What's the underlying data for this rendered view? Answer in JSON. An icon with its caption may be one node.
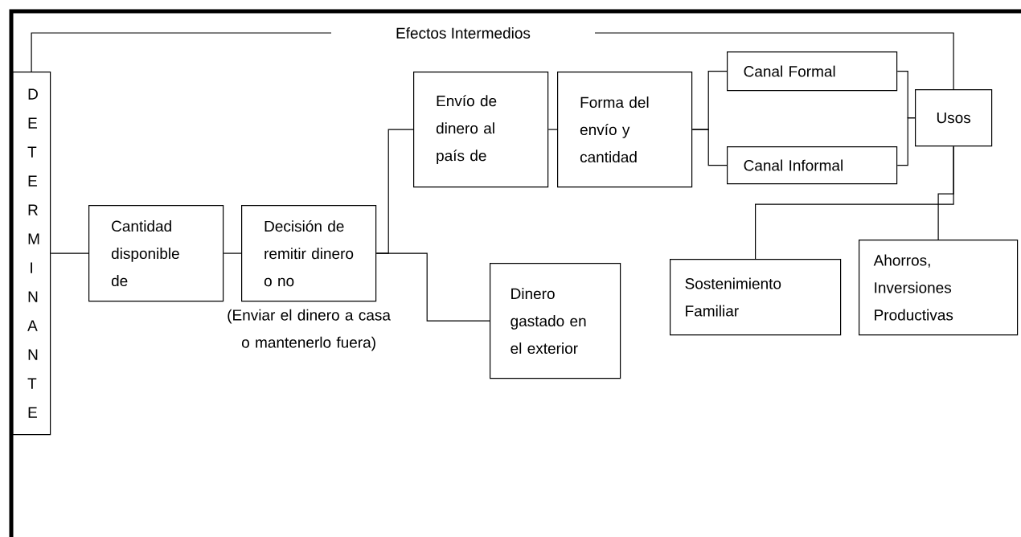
{
  "diagram": {
    "nodes": [
      {
        "text": [
          "D E T E R M I N A N T E"
        ]
      },
      {
        "text": [
          "Cantidad disponible de"
        ]
      },
      {
        "text": [
          "Decisión de remitir dinero o no"
        ],
        "beside": [
          "(Enviar el dinero a casa o mantenerlo fuera)"
        ]
      },
      {
        "text": [
          "Envío de dinero al país de"
        ]
      },
      {
        "text": [
          "Dinero gastado en el exterior"
        ]
      },
      {
        "text": [
          "Forma del envío y cantidad"
        ]
      },
      {
        "text": [
          "Canal Formal"
        ]
      },
      {
        "text": [
          "Canal Informal"
        ]
      },
      {
        "text": [
          "Usos"
        ]
      },
      {
        "text": [
          "Sostenimiento Familiar"
        ]
      },
      {
        "text": [
          "Ahorros, Inversiones Productivas"
        ]
      }
    ],
    "edges": [
      {
        "from": 0,
        "to": 8,
        "arrow": "none",
        "label": "Efectos Intermedios"
      },
      {
        "from": 0,
        "to": 1,
        "arrow": "none"
      },
      {
        "from": 1,
        "to": 2,
        "arrow": "none"
      },
      {
        "from": 2,
        "to": 3,
        "arrow": "none"
      },
      {
        "from": 2,
        "to": 4,
        "arrow": "none"
      },
      {
        "from": 3,
        "to": 5,
        "arrow": "none"
      },
      {
        "from": 5,
        "to": 6,
        "arrow": "none"
      },
      {
        "from": 5,
        "to": 7,
        "arrow": "none"
      },
      {
        "from": 6,
        "to": 8,
        "arrow": "none"
      },
      {
        "from": 7,
        "to": 8,
        "arrow": "none"
      },
      {
        "from": 8,
        "to": 9,
        "arrow": "none"
      },
      {
        "from": 8,
        "to": 10,
        "arrow": "none"
      }
    ]
  }
}
